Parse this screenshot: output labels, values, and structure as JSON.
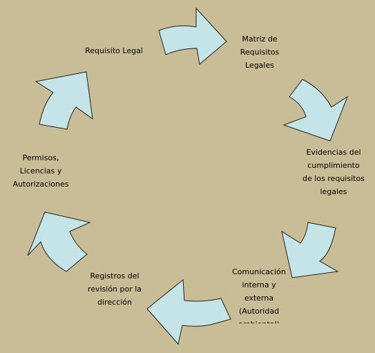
{
  "colors": {
    "background": "#C8BD96",
    "arrow_fill": "#C4E4E7",
    "arrow_stroke": "#1F1F1F"
  },
  "nodes": [
    {
      "id": "requisito-legal",
      "lines": [
        "Requisito Legal"
      ]
    },
    {
      "id": "matriz",
      "lines": [
        "Matriz de",
        "Requisitos",
        "Legales"
      ]
    },
    {
      "id": "evidencias",
      "lines": [
        "Evidencias del",
        "cumplimiento",
        "de los requisitos",
        "legales"
      ]
    },
    {
      "id": "comunicacion",
      "lines": [
        "Comunicación",
        "interna y",
        "externa",
        "(Autoridad",
        "ambiental)"
      ]
    },
    {
      "id": "registros",
      "lines": [
        "Registros del",
        "revisión por la",
        "dirección"
      ]
    },
    {
      "id": "permisos",
      "lines": [
        "Permisos,",
        "Licencias y",
        "Autorizaciones"
      ]
    }
  ],
  "arrows": [
    {
      "from": "requisito-legal",
      "to": "matriz",
      "icon": "curved-arrow-icon"
    },
    {
      "from": "matriz",
      "to": "evidencias",
      "icon": "curved-arrow-icon"
    },
    {
      "from": "evidencias",
      "to": "comunicacion",
      "icon": "curved-arrow-icon"
    },
    {
      "from": "comunicacion",
      "to": "registros",
      "icon": "curved-arrow-icon"
    },
    {
      "from": "registros",
      "to": "permisos",
      "icon": "curved-arrow-icon"
    },
    {
      "from": "permisos",
      "to": "requisito-legal",
      "icon": "curved-arrow-icon"
    }
  ]
}
